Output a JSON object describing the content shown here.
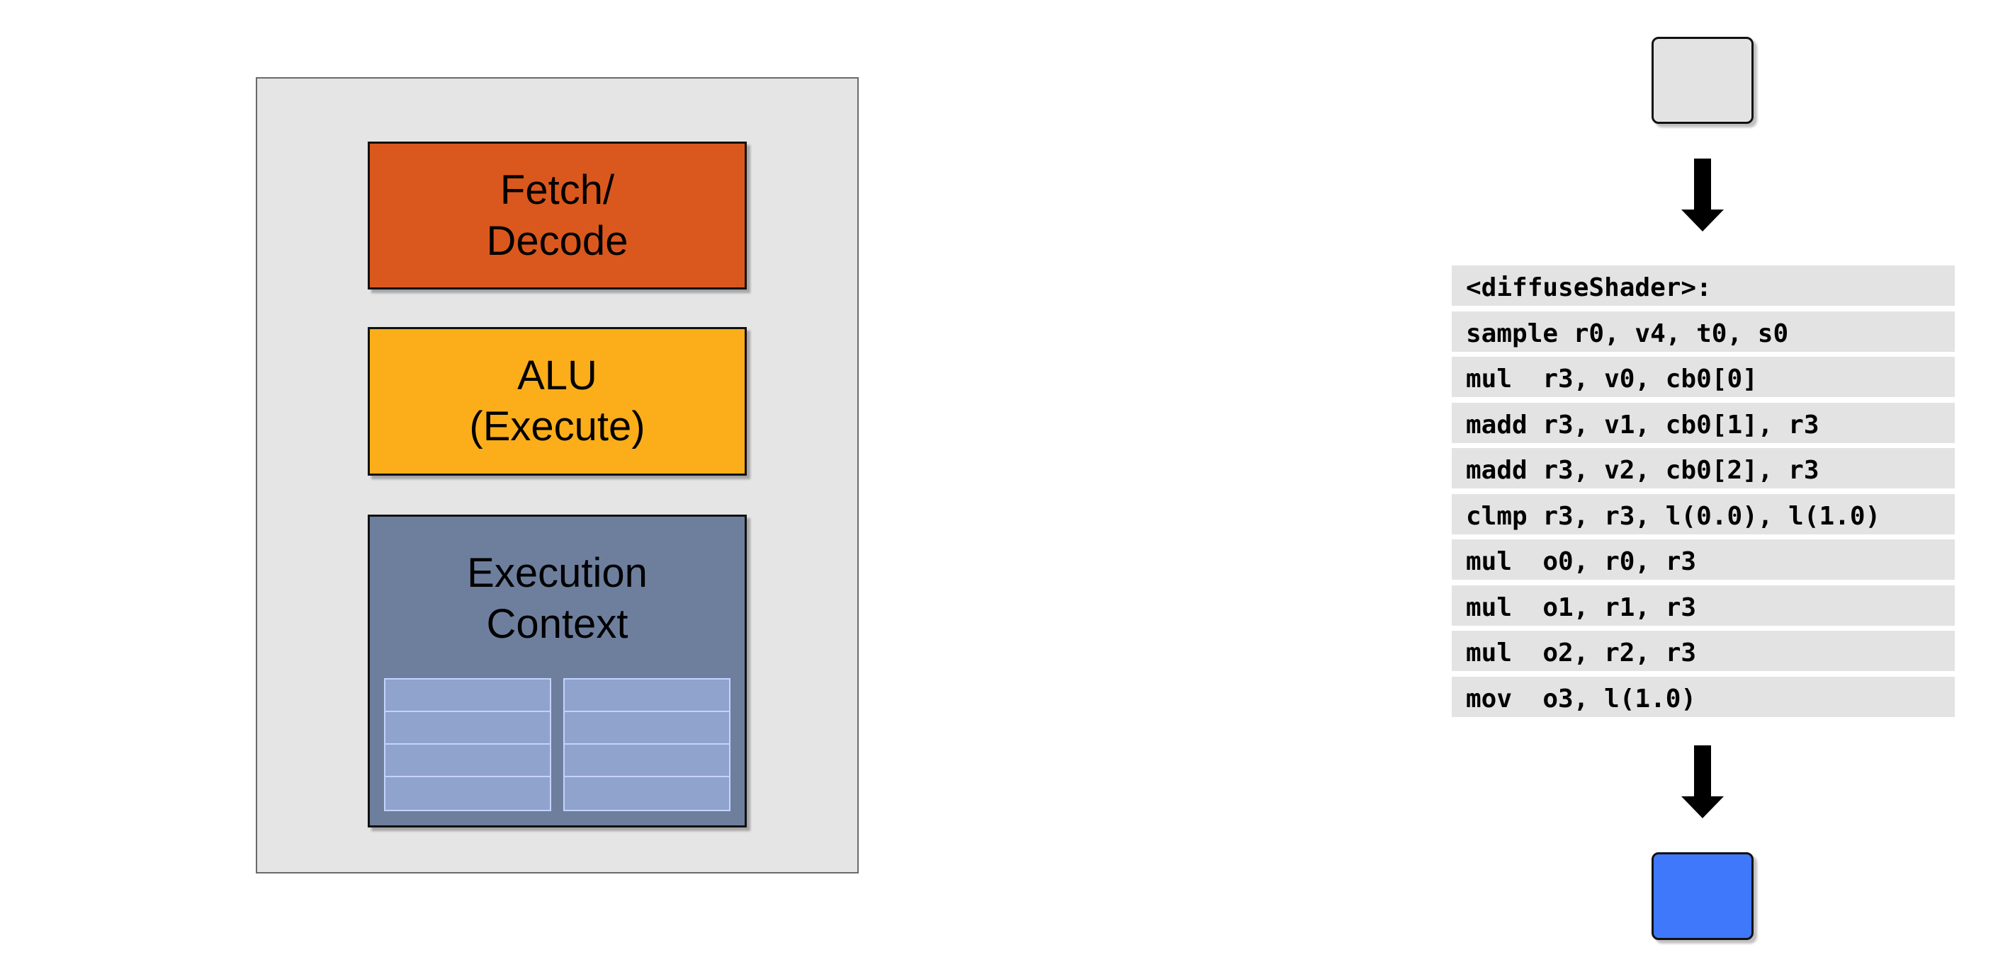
{
  "core": {
    "fetch_decode": {
      "line1": "Fetch/",
      "line2": "Decode",
      "color": "#da581e"
    },
    "alu": {
      "line1": "ALU",
      "line2": "(Execute)",
      "color": "#fcae1a"
    },
    "execution_context": {
      "line1": "Execution",
      "line2": "Context",
      "color": "#6e7f9e",
      "register_color": "#90a4cd"
    },
    "panel_color": "#e5e5e5"
  },
  "flow": {
    "input_fragment_color": "#e3e3e3",
    "output_fragment_color": "#4078fb",
    "arrow_icon": "down-arrow-icon"
  },
  "shader_code": {
    "lines": [
      "<diffuseShader>:",
      "sample r0, v4, t0, s0",
      "mul  r3, v0, cb0[0]",
      "madd r3, v1, cb0[1], r3",
      "madd r3, v2, cb0[2], r3",
      "clmp r3, r3, l(0.0), l(1.0)",
      "mul  o0, r0, r3",
      "mul  o1, r1, r3",
      "mul  o2, r2, r3",
      "mov  o3, l(1.0)"
    ]
  }
}
